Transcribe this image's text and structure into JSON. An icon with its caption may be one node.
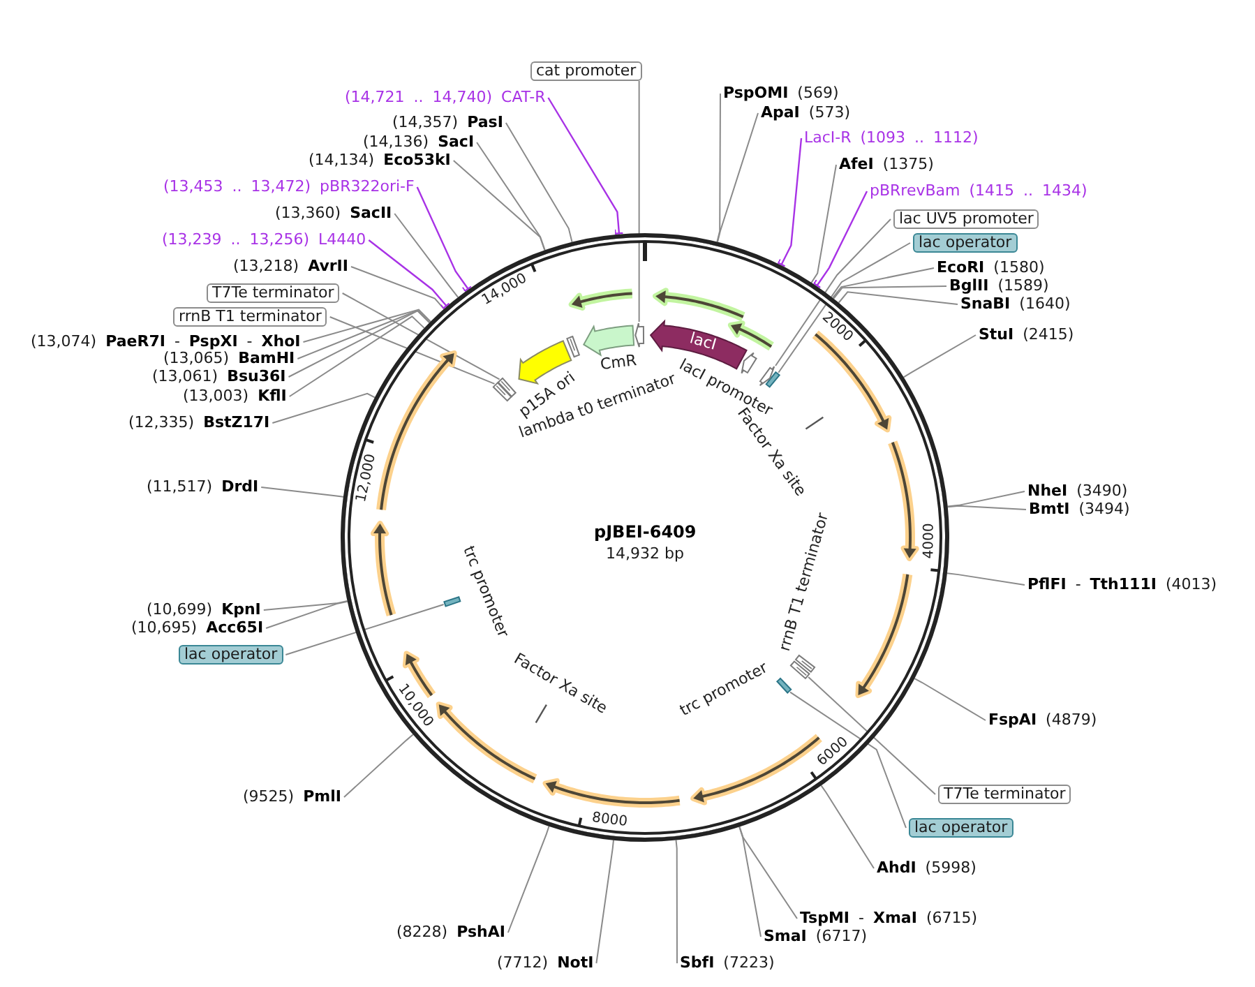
{
  "diagram": {
    "nodes": [
      {
        "text": [
          "pJBEI-6409",
          "14,932 bp"
        ]
      },
      {
        "text": [
          "lacI"
        ],
        "in": 0
      },
      {
        "text": [],
        "shape": "arrow",
        "in": 0,
        "beside": [
          "lacI promoter"
        ]
      },
      {
        "text": [],
        "shape": "bar",
        "in": 0
      },
      {
        "text": [],
        "shape": "line",
        "in": 0,
        "beside": [
          "Factor Xa site"
        ]
      },
      {
        "text": [],
        "shape": "bar",
        "in": 0,
        "beside": [
          "rrnB T1 terminator"
        ]
      },
      {
        "text": [],
        "shape": "bar",
        "in": 0
      },
      {
        "text": [],
        "shape": "bar",
        "in": 0
      },
      {
        "text": [],
        "shape": "line",
        "in": 0,
        "beside": [
          "Factor Xa site"
        ]
      },
      {
        "text": [],
        "shape": "bar",
        "in": 0
      },
      {
        "text": [],
        "shape": "bar",
        "in": 0
      },
      {
        "text": [],
        "shape": "bar",
        "in": 0
      },
      {
        "text": [],
        "shape": "arrow",
        "in": 0,
        "beside": [
          "p15A ori"
        ]
      },
      {
        "text": [],
        "shape": "bar",
        "in": 0
      },
      {
        "text": [],
        "shape": "arrow",
        "in": 0,
        "beside": [
          "CmR"
        ]
      },
      {
        "text": [],
        "shape": "arrow",
        "in": 0
      },
      {
        "text": [],
        "shape": "arrow",
        "in": 0
      },
      {
        "text": [],
        "shape": "arrow",
        "in": 0
      },
      {
        "text": [],
        "shape": "arrow",
        "in": 0
      },
      {
        "text": [],
        "shape": "arrow",
        "in": 0
      },
      {
        "text": [],
        "shape": "arrow",
        "in": 0
      },
      {
        "text": [],
        "shape": "arrow",
        "in": 0
      },
      {
        "text": [],
        "shape": "arrow",
        "in": 0
      },
      {
        "text": [],
        "shape": "arrow",
        "in": 0
      },
      {
        "text": [],
        "shape": "arrow",
        "in": 0
      },
      {
        "text": [],
        "shape": "arrow",
        "in": 0
      },
      {
        "text": [],
        "shape": "arrow",
        "in": 0
      },
      {
        "text": [],
        "shape": "arrow",
        "in": 0
      },
      {
        "text": [
          "cat promoter"
        ]
      },
      {
        "text": [
          "**PspOMI** (569)"
        ]
      },
      {
        "text": [
          "**ApaI** (573)"
        ]
      },
      {
        "text": [
          "LacI-R (1093 .. 1112)"
        ]
      },
      {
        "text": [
          "**AfeI** (1375)"
        ]
      },
      {
        "text": [
          "pBRrevBam (1415 .. 1434)"
        ]
      },
      {
        "text": [
          "lac UV5 promoter"
        ]
      },
      {
        "text": [
          "lac operator"
        ]
      },
      {
        "text": [
          "**EcoRI** (1580)"
        ]
      },
      {
        "text": [
          "**BglII** (1589)"
        ]
      },
      {
        "text": [
          "**SnaBI** (1640)"
        ]
      },
      {
        "text": [
          "**StuI** (2415)"
        ]
      },
      {
        "text": [
          "**NheI** (3490)"
        ]
      },
      {
        "text": [
          "**BmtI** (3494)"
        ]
      },
      {
        "text": [
          "**PflFI** - **Tth111I** (4013)"
        ]
      },
      {
        "text": [
          "**FspAI** (4879)"
        ]
      },
      {
        "text": [
          "T7Te terminator"
        ]
      },
      {
        "text": [
          "lac operator"
        ]
      },
      {
        "text": [
          "**AhdI** (5998)"
        ]
      },
      {
        "text": [
          "**TspMI** - **XmaI** (6715)"
        ]
      },
      {
        "text": [
          "**SmaI** (6717)"
        ]
      },
      {
        "text": [
          "**SbfI** (7223)"
        ]
      },
      {
        "text": [
          "(7712) **NotI**"
        ]
      },
      {
        "text": [
          "(8228) **PshAI**"
        ]
      },
      {
        "text": [
          "(9525) **PmlI**"
        ]
      },
      {
        "text": [
          "lac operator"
        ]
      },
      {
        "text": [
          "(10,699) **KpnI**"
        ]
      },
      {
        "text": [
          "(10,695) **Acc65I**"
        ]
      },
      {
        "text": [
          "(11,517) **DrdI**"
        ]
      },
      {
        "text": [
          "(12,335) **BstZ17I**"
        ]
      },
      {
        "text": [
          "(13,003) **KflI**"
        ]
      },
      {
        "text": [
          "(13,061) **Bsu36I**"
        ]
      },
      {
        "text": [
          "(13,065) **BamHI**"
        ]
      },
      {
        "text": [
          "(13,074) **PaeR7I** - **PspXI** - **XhoI**"
        ]
      },
      {
        "text": [
          "rrnB T1 terminator"
        ]
      },
      {
        "text": [
          "T7Te terminator"
        ]
      },
      {
        "text": [
          "(13,218) **AvrII**"
        ]
      },
      {
        "text": [
          "(13,239 .. 13,256) L4440"
        ]
      },
      {
        "text": [
          "(13,360) **SacII**"
        ]
      },
      {
        "text": [
          "(13,453 .. 13,472) pBR322ori-F"
        ]
      },
      {
        "text": [
          "(14,134) **Eco53kI**"
        ]
      },
      {
        "text": [
          "(14,136) **SacI**"
        ]
      },
      {
        "text": [
          "(14,357) **PasI**"
        ]
      },
      {
        "text": [
          "(14,721 .. 14,740) CAT-R"
        ]
      },
      {
        "text": [],
        "shape": "arrow",
        "in": 0
      }
    ],
    "edges": [
      {
        "from": 28,
        "to": 15,
        "arrow": "none"
      },
      {
        "from": 29,
        "to": 0,
        "arrow": "none"
      },
      {
        "from": 30,
        "to": 0,
        "arrow": "none"
      },
      {
        "from": 31,
        "to": 0,
        "arrow": "other",
        "color": "#a832e6"
      },
      {
        "from": 32,
        "to": 0,
        "arrow": "none"
      },
      {
        "from": 33,
        "to": 0,
        "arrow": "other",
        "color": "#a832e6"
      },
      {
        "from": 34,
        "to": 72,
        "arrow": "none"
      },
      {
        "from": 35,
        "to": 3,
        "arrow": "none"
      },
      {
        "from": 36,
        "to": 0,
        "arrow": "none"
      },
      {
        "from": 37,
        "to": 0,
        "arrow": "none"
      },
      {
        "from": 38,
        "to": 0,
        "arrow": "none"
      },
      {
        "from": 39,
        "to": 0,
        "arrow": "none"
      },
      {
        "from": 40,
        "to": 0,
        "arrow": "none"
      },
      {
        "from": 41,
        "to": 0,
        "arrow": "none"
      },
      {
        "from": 42,
        "to": 0,
        "arrow": "none"
      },
      {
        "from": 43,
        "to": 0,
        "arrow": "none"
      },
      {
        "from": 44,
        "to": 6,
        "arrow": "none"
      },
      {
        "from": 45,
        "to": 7,
        "arrow": "none"
      },
      {
        "from": 46,
        "to": 0,
        "arrow": "none"
      },
      {
        "from": 47,
        "to": 0,
        "arrow": "none"
      },
      {
        "from": 48,
        "to": 0,
        "arrow": "none"
      },
      {
        "from": 49,
        "to": 0,
        "arrow": "none"
      },
      {
        "from": 50,
        "to": 0,
        "arrow": "none"
      },
      {
        "from": 51,
        "to": 0,
        "arrow": "none"
      },
      {
        "from": 52,
        "to": 0,
        "arrow": "none"
      },
      {
        "from": 53,
        "to": 9,
        "arrow": "none"
      },
      {
        "from": 54,
        "to": 0,
        "arrow": "none"
      },
      {
        "from": 55,
        "to": 0,
        "arrow": "none"
      },
      {
        "from": 56,
        "to": 0,
        "arrow": "none"
      },
      {
        "from": 57,
        "to": 0,
        "arrow": "none"
      },
      {
        "from": 58,
        "to": 0,
        "arrow": "none"
      },
      {
        "from": 59,
        "to": 0,
        "arrow": "none"
      },
      {
        "from": 60,
        "to": 0,
        "arrow": "none"
      },
      {
        "from": 61,
        "to": 0,
        "arrow": "none"
      },
      {
        "from": 62,
        "to": 11,
        "arrow": "none"
      },
      {
        "from": 63,
        "to": 10,
        "arrow": "none"
      },
      {
        "from": 64,
        "to": 0,
        "arrow": "none"
      },
      {
        "from": 65,
        "to": 0,
        "arrow": "other",
        "color": "#a832e6"
      },
      {
        "from": 66,
        "to": 0,
        "arrow": "none"
      },
      {
        "from": 67,
        "to": 0,
        "arrow": "other",
        "color": "#a832e6"
      },
      {
        "from": 68,
        "to": 0,
        "arrow": "none"
      },
      {
        "from": 69,
        "to": 0,
        "arrow": "none"
      },
      {
        "from": 70,
        "to": 0,
        "arrow": "none"
      },
      {
        "from": 71,
        "to": 0,
        "arrow": "other",
        "color": "#a832e6"
      }
    ],
    "labels": [
      "14,000",
      "2000",
      "lambda t0 terminator",
      "12,000",
      "4000",
      "trc promoter",
      "trc promoter",
      "10,000",
      "6000",
      "8000"
    ]
  }
}
